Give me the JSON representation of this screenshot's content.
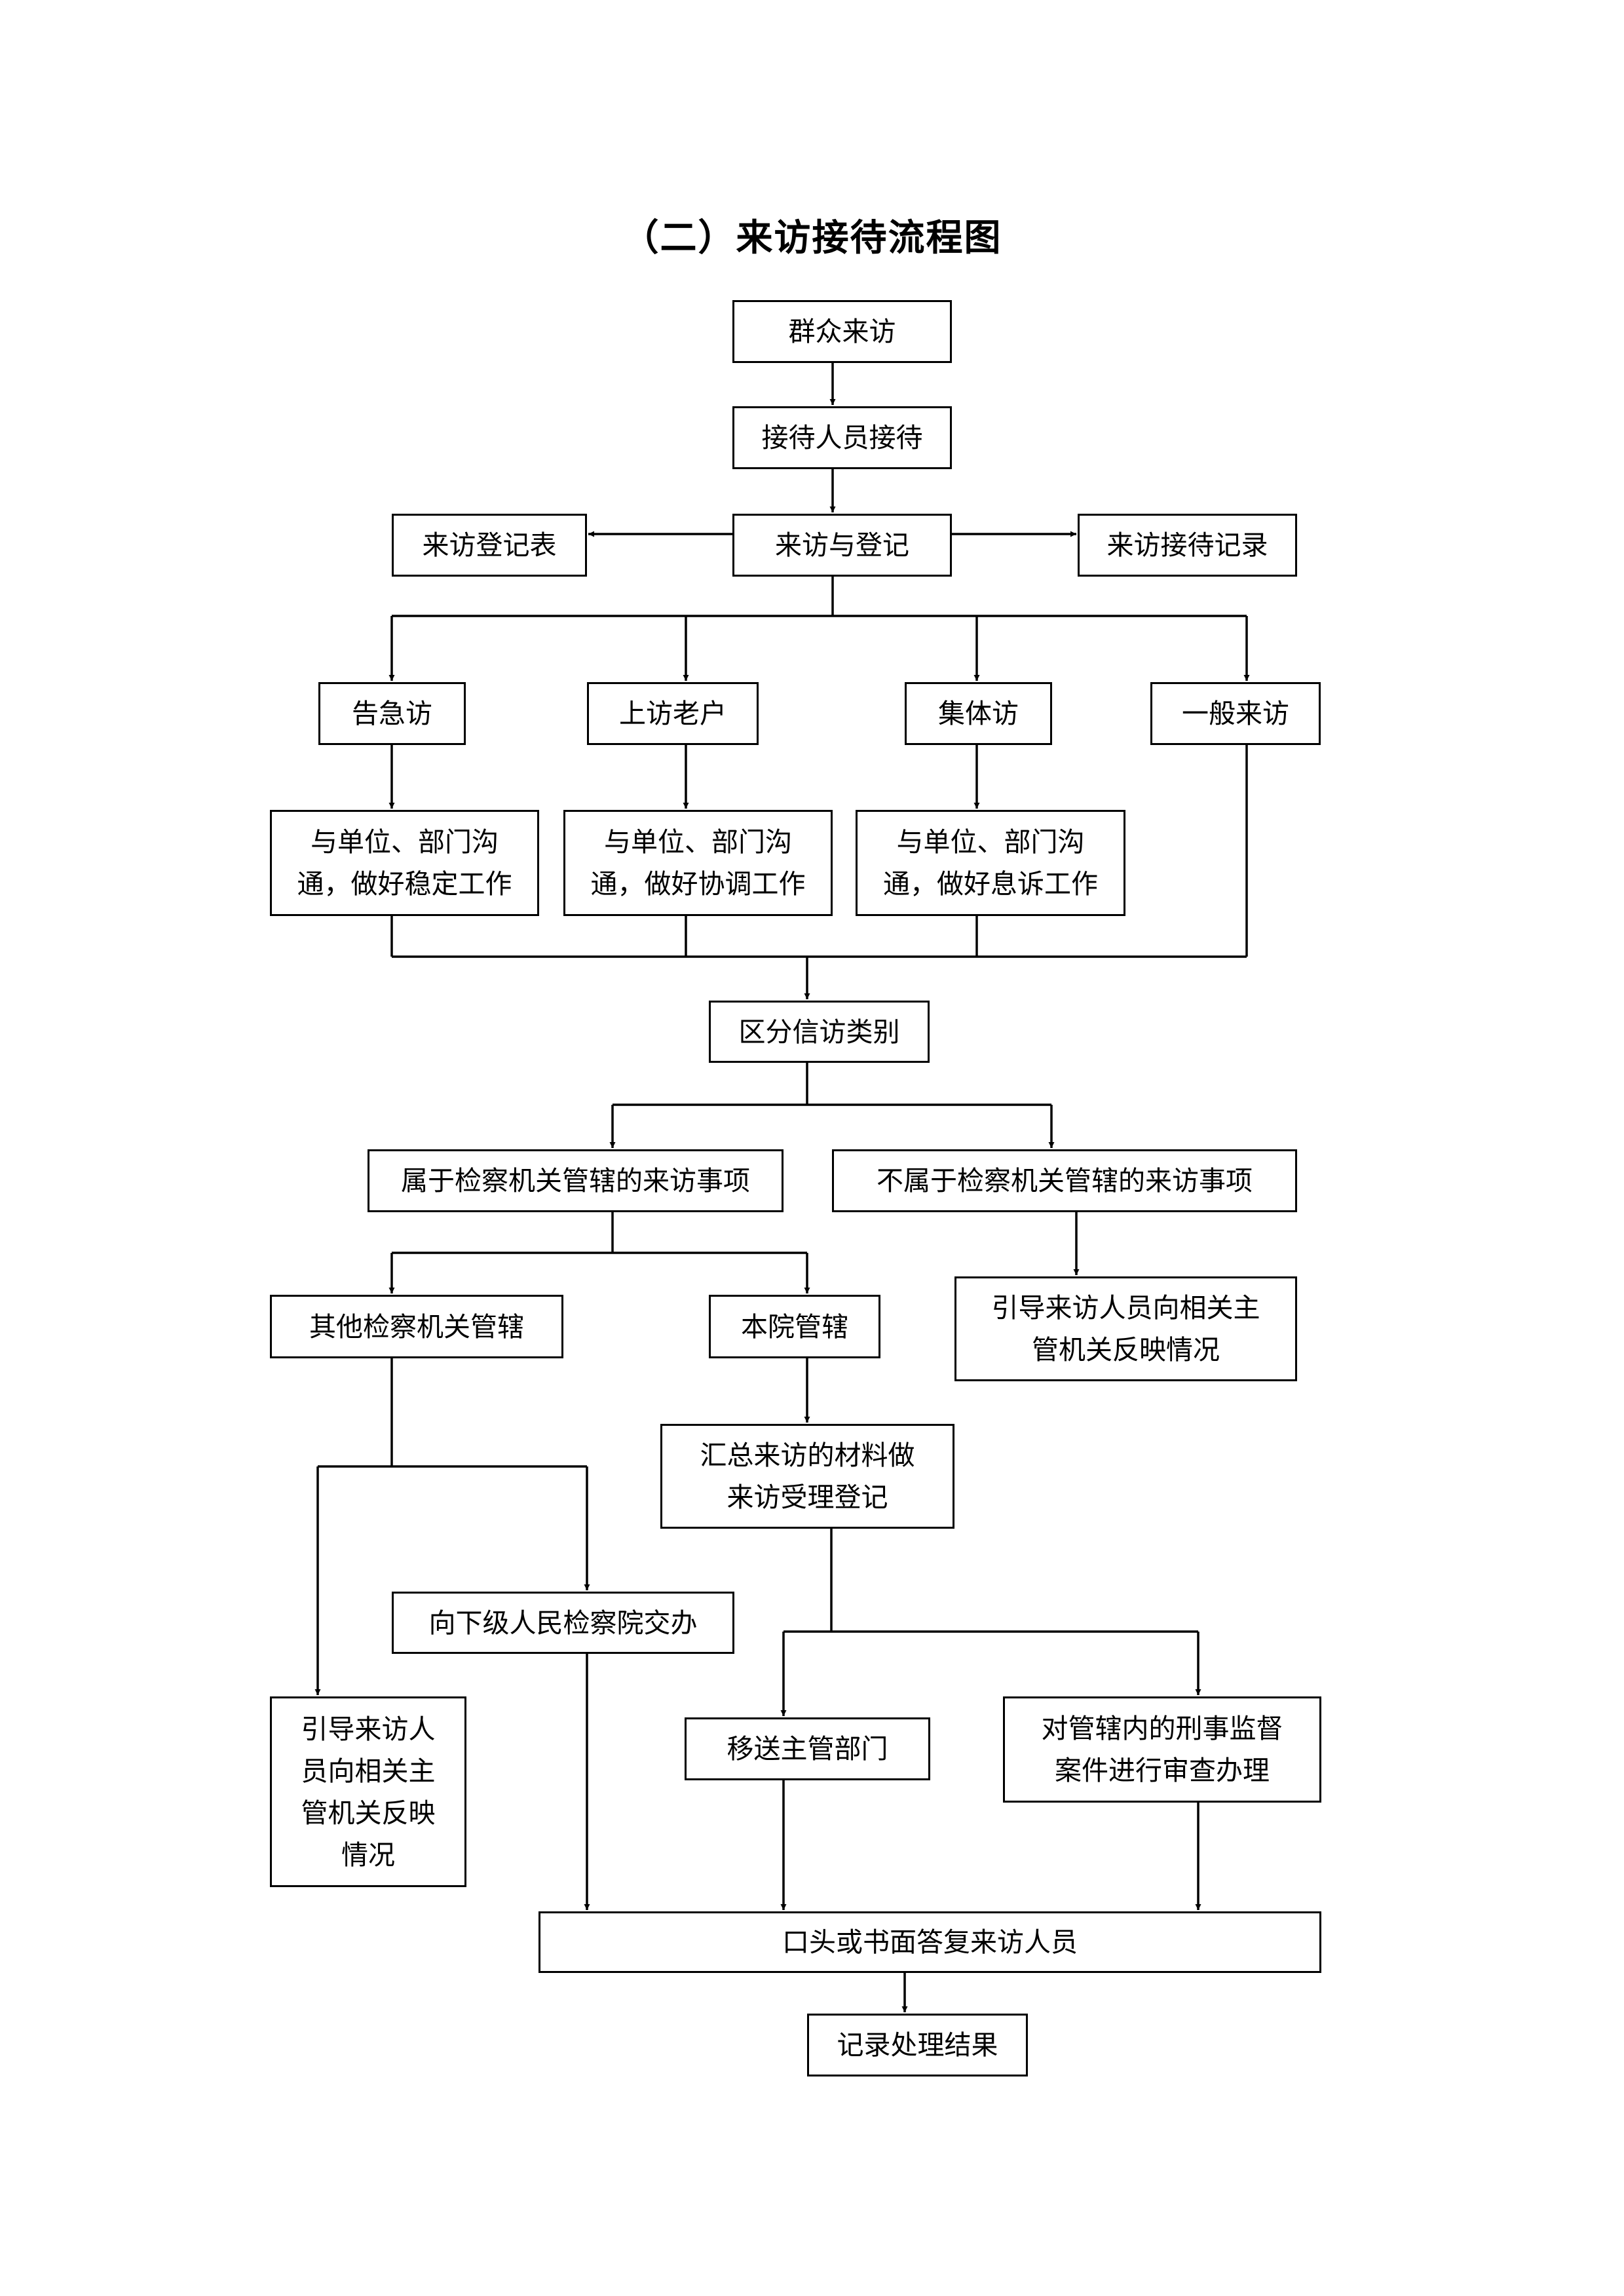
{
  "title": "（二）来访接待流程图",
  "nodes": {
    "n_visit": "群众来访",
    "n_reception": "接待人员接待",
    "n_register": "来访与登记",
    "n_register_form": "来访登记表",
    "n_reception_record": "来访接待记录",
    "n_urgent": "告急访",
    "n_long_term": "上访老户",
    "n_collective": "集体访",
    "n_general": "一般来访",
    "n_stabilize": "与单位、部门沟\n通，做好稳定工作",
    "n_coordinate": "与单位、部门沟\n通，做好协调工作",
    "n_resolve": "与单位、部门沟\n通，做好息诉工作",
    "n_classify": "区分信访类别",
    "n_in_scope": "属于检察机关管辖的来访事项",
    "n_out_scope": "不属于检察机关管辖的来访事项",
    "n_guide_right": "引导来访人员向相关主\n管机关反映情况",
    "n_other_proc": "其他检察机关管辖",
    "n_this_court": "本院管辖",
    "n_summarize": "汇总来访的材料做\n来访受理登记",
    "n_lower_court": "向下级人民检察院交办",
    "n_transfer": "移送主管部门",
    "n_review": "对管辖内的刑事监督\n案件进行审查办理",
    "n_guide_left": "引导来访人\n员向相关主\n管机关反映\n情况",
    "n_reply": "口头或书面答复来访人员",
    "n_record_result": "记录处理结果"
  }
}
